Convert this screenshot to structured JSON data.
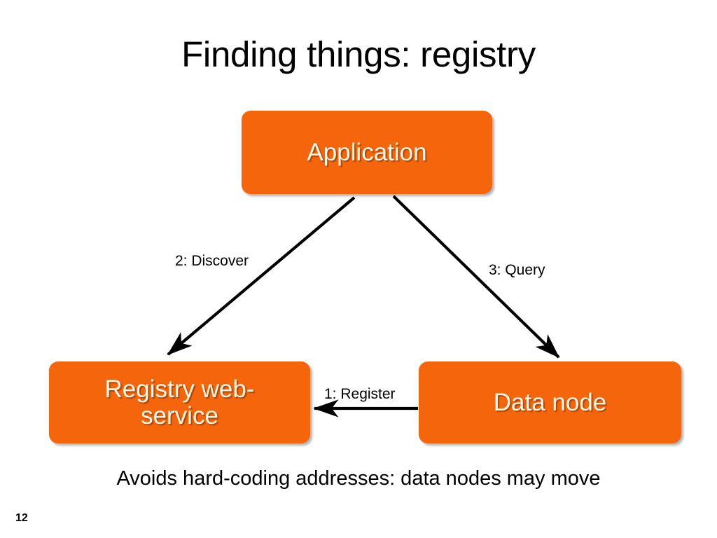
{
  "slide": {
    "title": "Finding things: registry",
    "caption": "Avoids hard-coding addresses: data nodes may move",
    "page_number": "12",
    "background_color": "#FFFFFF"
  },
  "theme": {
    "node_fill": "#F4650C",
    "node_text_color": "#FFF8E7",
    "arrow_color": "#000000",
    "title_color": "#000000"
  },
  "diagram": {
    "nodes": [
      {
        "id": "application",
        "label": "Application"
      },
      {
        "id": "registry",
        "label": "Registry web-service"
      },
      {
        "id": "datanode",
        "label": "Data node"
      }
    ],
    "edges": [
      {
        "id": "discover",
        "label": "2: Discover",
        "from": "application",
        "to": "registry"
      },
      {
        "id": "query",
        "label": "3: Query",
        "from": "application",
        "to": "datanode"
      },
      {
        "id": "register",
        "label": "1: Register",
        "from": "datanode",
        "to": "registry"
      }
    ]
  }
}
